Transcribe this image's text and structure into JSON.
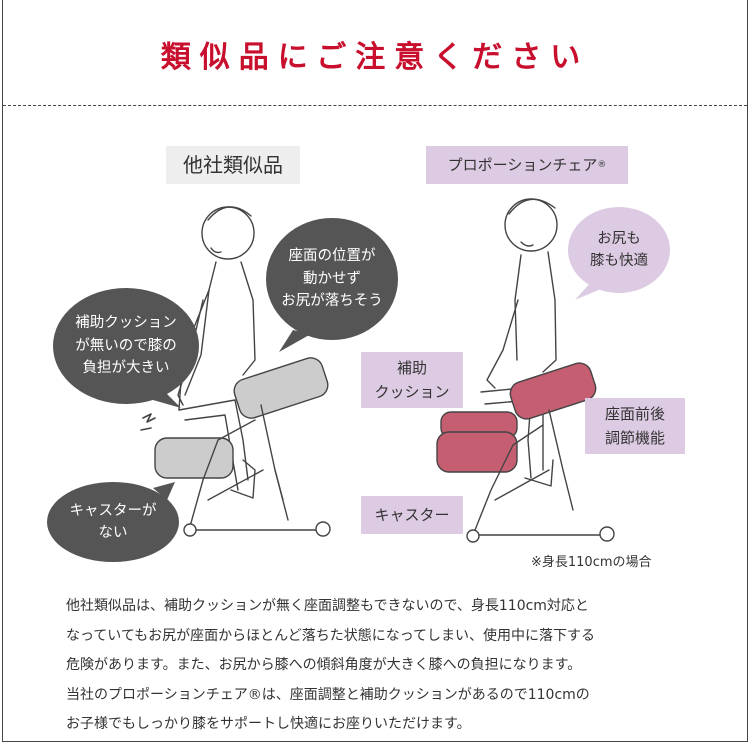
{
  "title": "類似品にご注意ください",
  "left": {
    "label": "他社類似品",
    "bubbles": {
      "cushion": [
        "補助クッション",
        "が無いので膝の",
        "負担が大きい"
      ],
      "seat": [
        "座面の位置が",
        "動かせず",
        "お尻が落ちそう"
      ],
      "caster": [
        "キャスターが",
        "ない"
      ]
    }
  },
  "right": {
    "label": "プロポーションチェア",
    "label_mark": "®",
    "bubble_comfort": [
      "お尻も",
      "膝も快適"
    ],
    "tags": {
      "cushion": [
        "補助",
        "クッション"
      ],
      "seat_adjust": [
        "座面前後",
        "調節機能"
      ],
      "caster": "キャスター"
    }
  },
  "note": "※身長110cmの場合",
  "body_lines": [
    "他社類似品は、補助クッションが無く座面調整もできないので、身長110cm対応と",
    "なっていてもお尻が座面からほとんど落ちた状態になってしまい、使用中に落下する",
    "危険があります。また、お尻から膝への傾斜角度が大きく膝への負担になります。",
    "当社のプロポーションチェア®は、座面調整と補助クッションがあるので110cmの",
    "お子様でもしっかり膝をサポートし快適にお座りいただけます。"
  ],
  "colors": {
    "title_red": "#c8102e",
    "bubble_dark": "#555555",
    "tag_purple": "#dccbe2",
    "tag_grey": "#eeeeee",
    "cushion_pink": "#c65e72",
    "cushion_grey": "#cccccc"
  }
}
